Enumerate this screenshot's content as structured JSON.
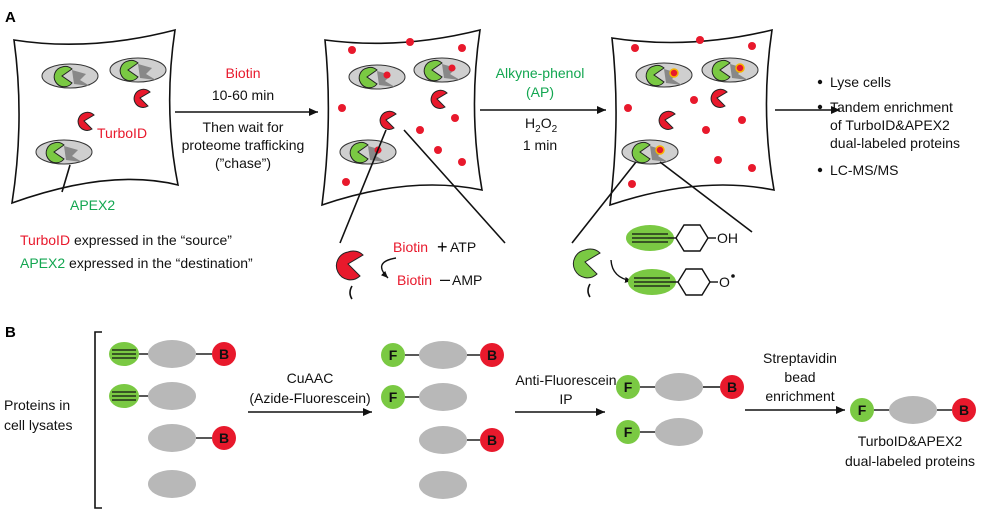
{
  "panel_a": {
    "label": "A",
    "step1": {
      "line1": "Biotin",
      "line2": "10-60 min",
      "line3": "Then wait for",
      "line4": "proteome trafficking",
      "line5": "(”chase”)"
    },
    "step2": {
      "line1": "Alkyne-phenol",
      "line2": "(AP)",
      "h2o2_h": "H",
      "h2o2_2a": "2",
      "h2o2_o": "O",
      "h2o2_2b": "2",
      "time": "1 min"
    },
    "cell_labels": {
      "turboid": "TurboID",
      "apex2": "APEX2"
    },
    "legend": {
      "turboid": "TurboID",
      "source_text": " expressed in the “source”",
      "apex2": "APEX2",
      "dest_text": " expressed in the “destination”"
    },
    "biotin_rxn": {
      "biotin1": "Biotin",
      "plus": "+",
      "atp": "ATP",
      "biotin2": "Biotin",
      "dash": "–",
      "amp": "AMP"
    },
    "ap_rxn": {
      "oh": "OH",
      "o": "O"
    },
    "bullets": [
      {
        "text": [
          "Lyse cells"
        ]
      },
      {
        "text": [
          "Tandem enrichment",
          "of TurboID&APEX2",
          "dual-labeled proteins"
        ]
      },
      {
        "text": [
          "LC-MS/MS"
        ]
      }
    ],
    "colors": {
      "turboid": "#e8192c",
      "apex2": "#7ac943",
      "organelle": "#c8c8c8",
      "biotin": "#e8192c"
    }
  },
  "panel_b": {
    "label": "B",
    "input_label": [
      "Proteins in",
      "cell lysates"
    ],
    "step1": [
      "CuAAC",
      "(Azide-Fluorescein)"
    ],
    "step2": [
      "Anti-Fluorescein",
      "IP"
    ],
    "step3": [
      "Streptavidin",
      "bead",
      "enrichment"
    ],
    "output_label": [
      "TurboID&APEX2",
      "dual-labeled proteins"
    ],
    "tag_f": "F",
    "tag_b": "B",
    "colors": {
      "fluorescein": "#7ac943",
      "biotin": "#e8192c",
      "protein": "#b8b8b8"
    }
  }
}
